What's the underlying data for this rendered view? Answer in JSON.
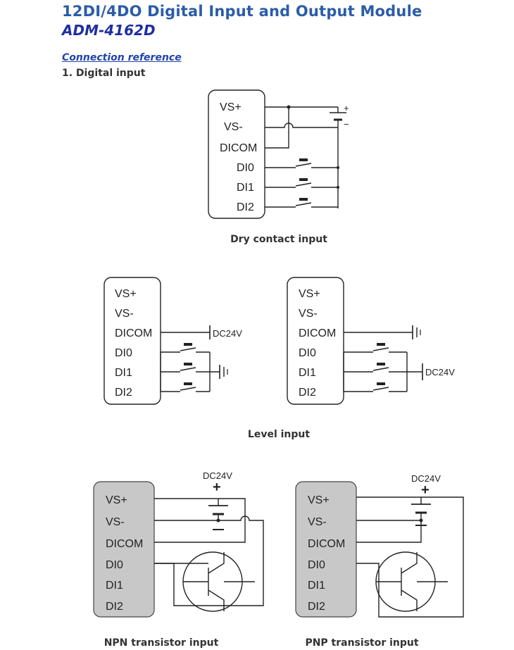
{
  "header": {
    "title": "12DI/4DO Digital Input and Output Module",
    "model": "ADM-4162D",
    "connection_reference": "Connection reference",
    "section": "1. Digital input"
  },
  "terminals": [
    "VS+",
    "VS-",
    "DICOM",
    "DI0",
    "DI1",
    "DI2"
  ],
  "labels": {
    "dc24v": "DC24V",
    "plus": "+",
    "minus": "−"
  },
  "captions": {
    "dry": "Dry contact input",
    "level": "Level input",
    "npn": "NPN transistor input",
    "pnp": "PNP transistor input"
  },
  "colors": {
    "title": "#2b5ca8",
    "model": "#1f2f9f",
    "link": "#2244aa",
    "module_shaded": "#c8c8c8"
  }
}
